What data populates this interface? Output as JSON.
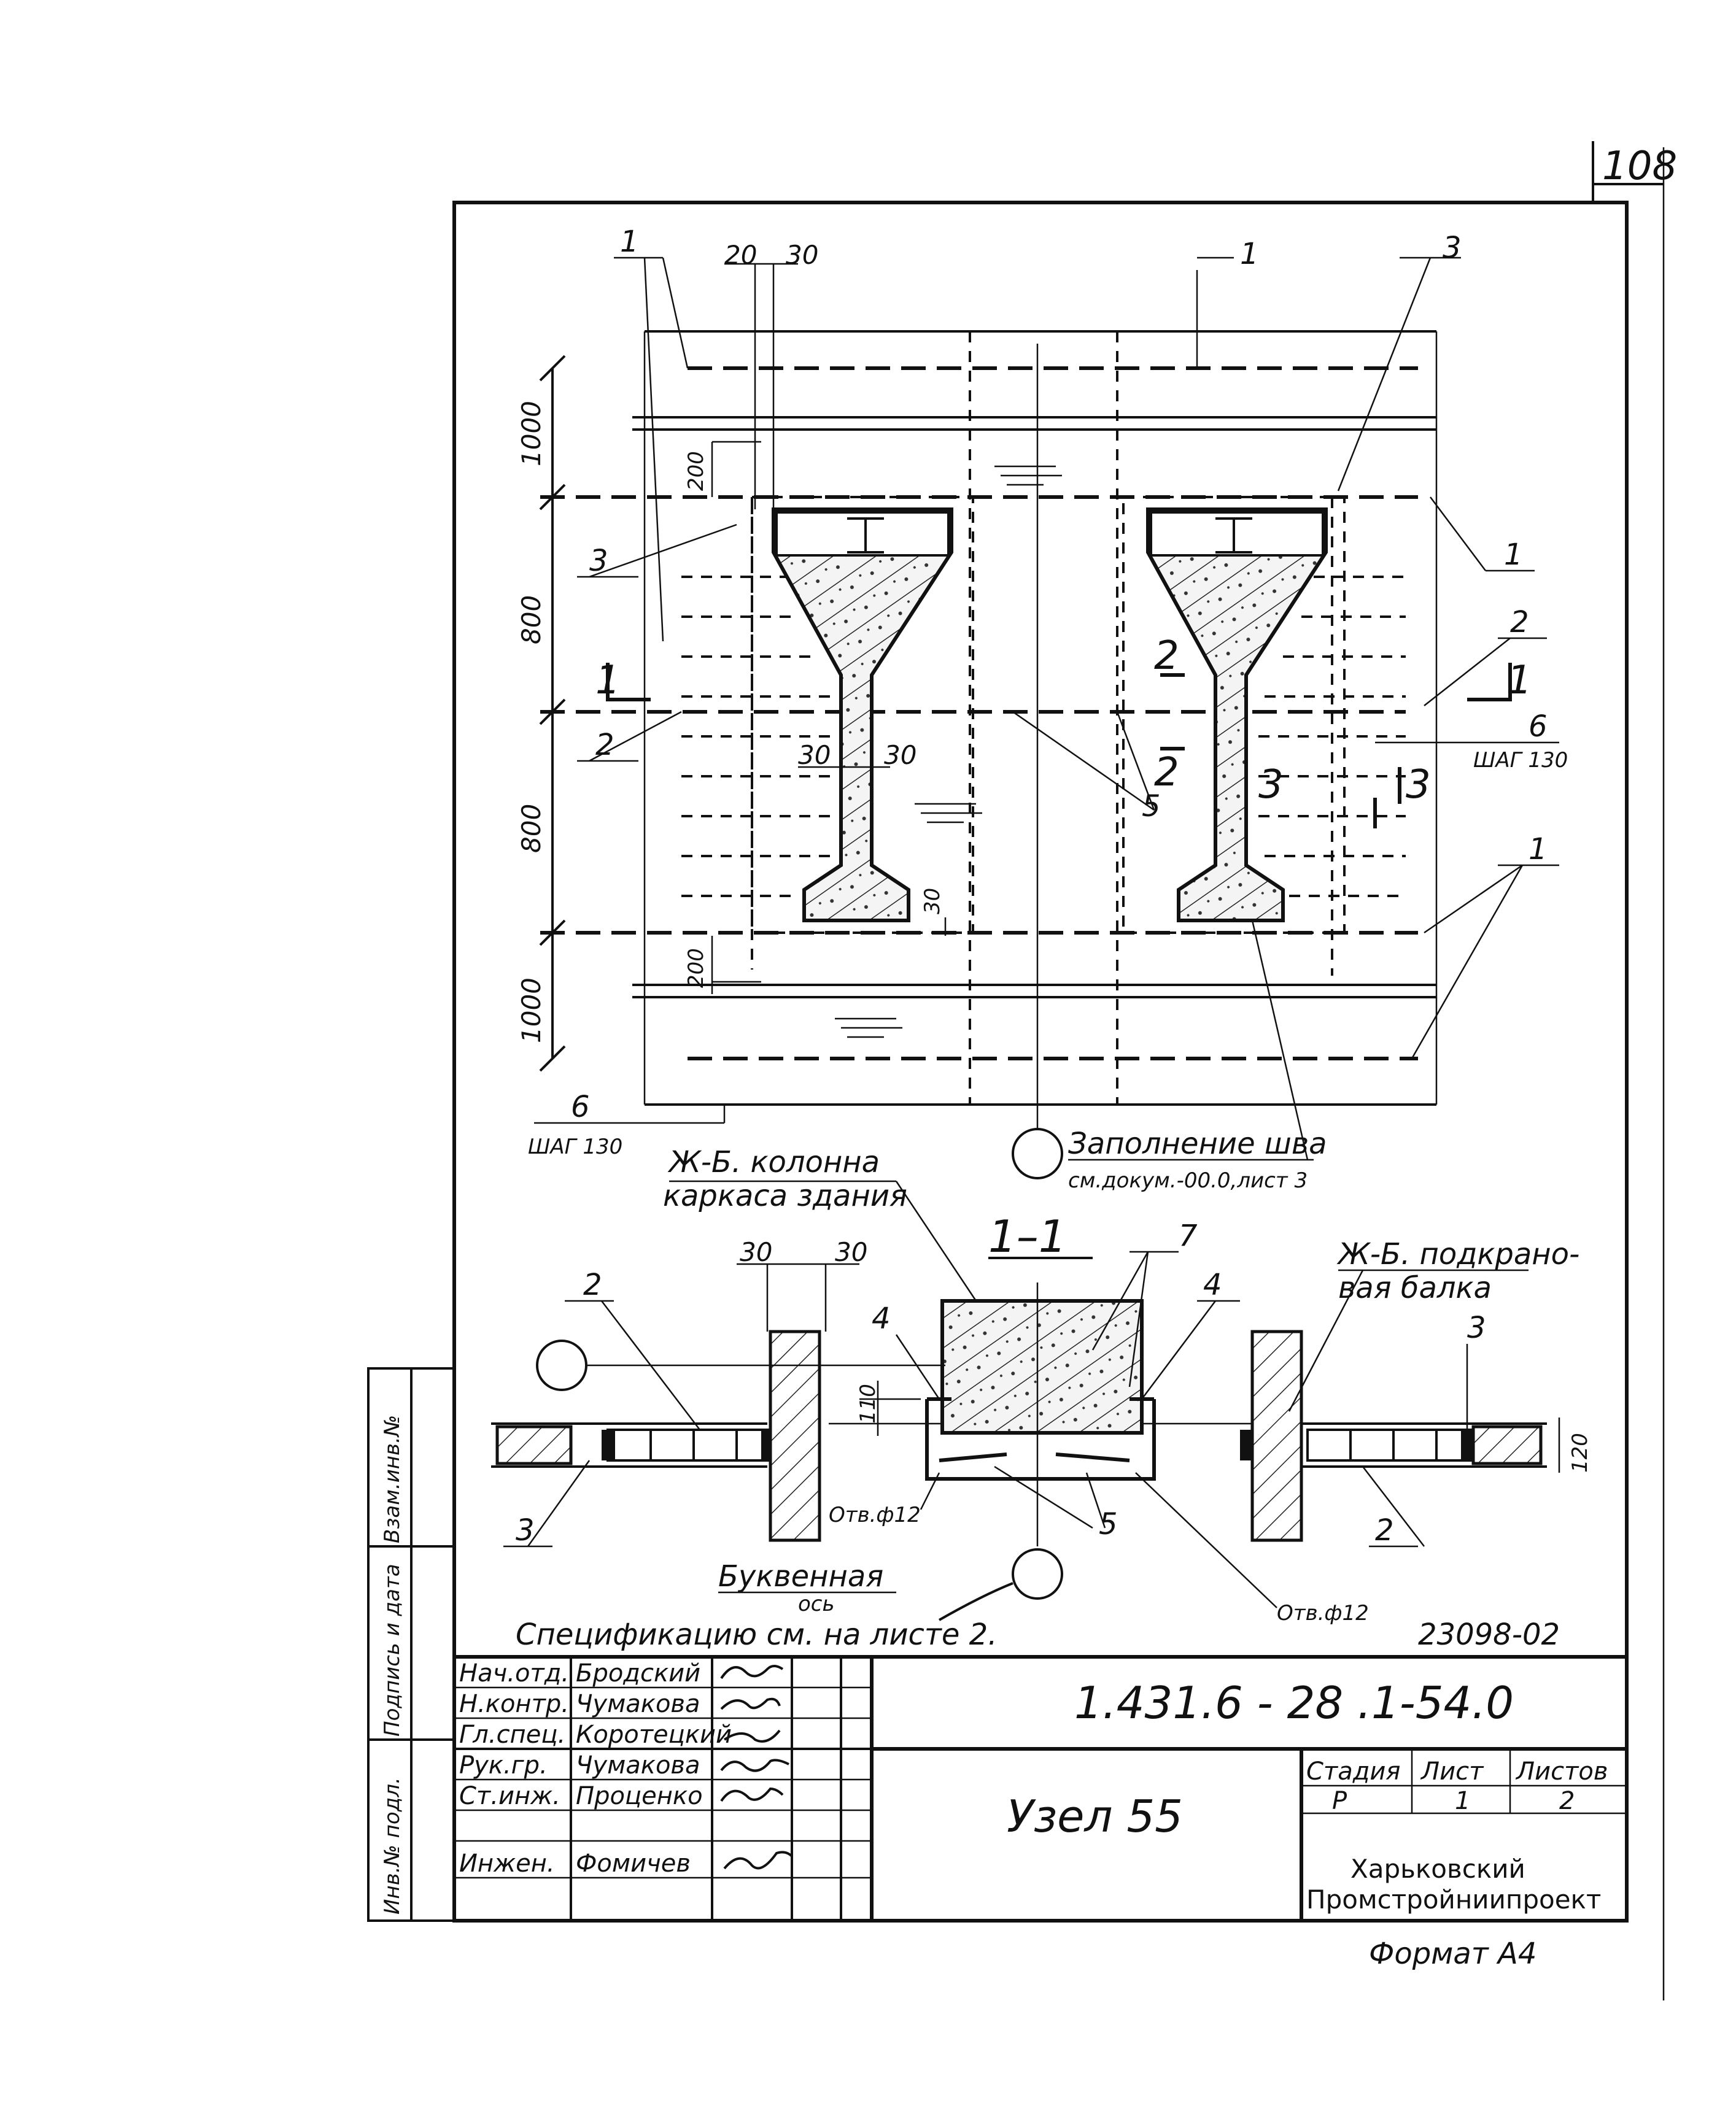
{
  "page_number": "108",
  "plan": {
    "dim_top_20": "20",
    "dim_top_30": "30",
    "dim_1000_top": "1000",
    "dim_800_a": "800",
    "dim_800_b": "800",
    "dim_1000_bottom": "1000",
    "dim_200_top": "200",
    "dim_200_bottom": "200",
    "dim_30_left": "30",
    "dim_30_right": "30",
    "dim_30_foot": "30",
    "pos_1_a": "1",
    "pos_1_b": "1",
    "pos_1_c": "1",
    "pos_1_d": "1",
    "pos_2_a": "2",
    "pos_2_b": "2",
    "pos_3_a": "3",
    "pos_3_b": "3",
    "pos_5": "5",
    "pos_6_left": "6",
    "pos_6_right": "6",
    "step_left": "ШАГ 130",
    "step_right": "ШАГ 130",
    "cut_1_left": "1",
    "cut_1_right": "1",
    "cut_2_top": "2",
    "cut_2_bottom": "2",
    "cut_3_left": "3",
    "cut_3_right": "3",
    "note_joint_1": "Заполнение шва",
    "note_joint_2": "см.докум.-00.0,лист 3"
  },
  "section": {
    "title": "1–1",
    "column_1": "Ж-Б. колонна",
    "column_2": "каркаса здания",
    "beam_1": "Ж-Б. подкрано-",
    "beam_2": "вая балка",
    "dim_30_a": "30",
    "dim_30_b": "30",
    "dim_110": "110",
    "dim_120": "120",
    "pos_2_left": "2",
    "pos_2_right": "2",
    "pos_3_left": "3",
    "pos_3_right": "3",
    "pos_4_left": "4",
    "pos_4_right": "4",
    "pos_5": "5",
    "pos_7": "7",
    "hole_left": "Отв.ф12",
    "hole_right": "Отв.ф12",
    "axis_1": "Буквенная",
    "axis_2": "ось"
  },
  "spec_note": "Спецификацию см. на листе 2.",
  "archive_no": "23098-02",
  "side_stamp": [
    "Инв.№ подл.",
    "Подпись и дата",
    "Взам.инв.№"
  ],
  "title_block": {
    "rows": [
      {
        "role": "Нач.отд.",
        "name": "Бродский"
      },
      {
        "role": "Н.контр.",
        "name": "Чумакова"
      },
      {
        "role": "Гл.спец.",
        "name": "Коротецкий"
      },
      {
        "role": "Рук.гр.",
        "name": "Чумакова"
      },
      {
        "role": "Ст.инж.",
        "name": "Проценко"
      },
      {
        "role": "Инжен.",
        "name": "Фомичев"
      }
    ],
    "code": "1.431.6 - 28 .1-54.0",
    "sheet_title": "Узел 55",
    "stage_header": "Стадия",
    "sheet_header": "Лист",
    "sheets_header": "Листов",
    "stage": "Р",
    "sheet": "1",
    "sheets": "2",
    "org_1": "Харьковский",
    "org_2": "Промстройниипроект"
  },
  "format": "Формат А4"
}
